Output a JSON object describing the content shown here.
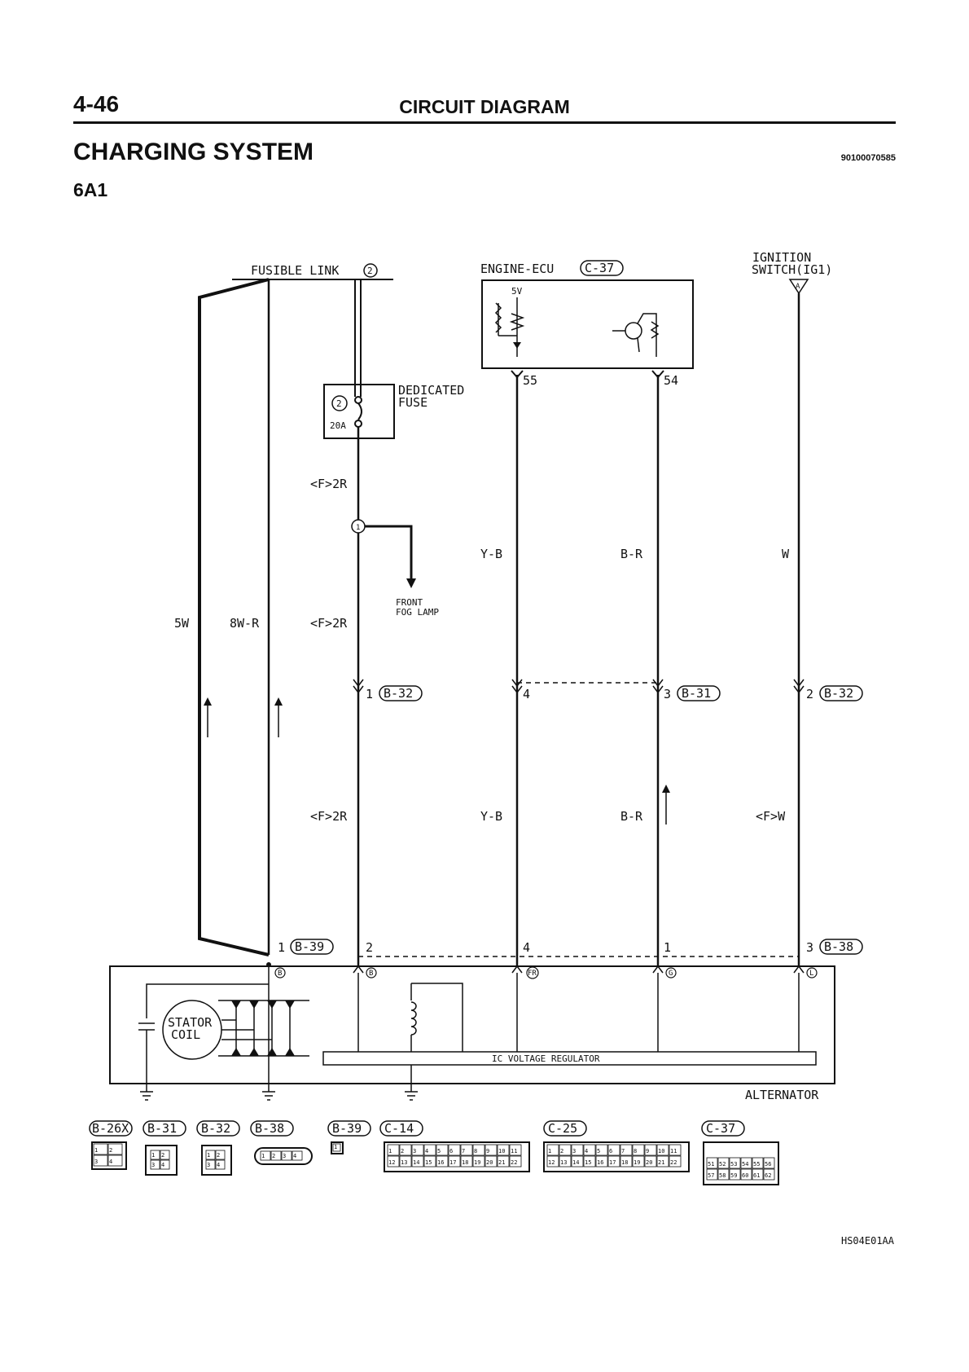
{
  "header": {
    "page_number": "4-46",
    "section": "CIRCUIT DIAGRAM",
    "title": "CHARGING SYSTEM",
    "model_code": "6A1",
    "document_id": "90100070585"
  },
  "figure_id": "HS04E01AA",
  "components": {
    "fusible_link": "FUSIBLE LINK",
    "fusible_link_no": "2",
    "engine_ecu": "ENGINE-ECU",
    "engine_ecu_conn": "C-37",
    "ecu_voltage": "5V",
    "ecu_pin_left": "55",
    "ecu_pin_right": "54",
    "ignition_switch_l1": "IGNITION",
    "ignition_switch_l2": "SWITCH(IG1)",
    "ignition_terminal": "A",
    "dedicated_fuse_l1": "DEDICATED",
    "dedicated_fuse_l2": "FUSE",
    "fuse_no": "2",
    "fuse_rating": "20A",
    "junction_no": "1",
    "front_fog_lamp_l1": "FRONT",
    "front_fog_lamp_l2": "FOG LAMP",
    "stator_coil_l1": "STATOR",
    "stator_coil_l2": "COIL",
    "ic_regulator": "IC VOLTAGE REGULATOR",
    "alternator": "ALTERNATOR"
  },
  "wires": {
    "w_5w": "5W",
    "w_8wr": "8W-R",
    "f2r_a": "<F>2R",
    "f2r_b": "<F>2R",
    "f2r_c": "<F>2R",
    "yb_a": "Y-B",
    "yb_b": "Y-B",
    "br_a": "B-R",
    "br_b": "B-R",
    "w_a": "W",
    "fw": "<F>W"
  },
  "connectors_mid": {
    "c1_pin": "1",
    "c1": "B-32",
    "c2_pin": "4",
    "c3_pin": "3",
    "c3": "B-31",
    "c4_pin": "2",
    "c4": "B-32"
  },
  "connectors_alt": {
    "p1_pin": "1",
    "p1": "B-39",
    "p2_pin": "2",
    "p3_pin": "4",
    "p4_pin": "1",
    "p5_pin": "3",
    "p5": "B-38"
  },
  "terminals": {
    "t_b": "B",
    "t_b2": "B",
    "t_fr": "FR",
    "t_g": "G",
    "t_l": "L"
  },
  "connector_key": [
    {
      "name": "B-26X",
      "pins": [
        "1",
        "2",
        "3",
        "4"
      ]
    },
    {
      "name": "B-31",
      "pins": [
        "1",
        "2",
        "3",
        "4"
      ]
    },
    {
      "name": "B-32",
      "pins": [
        "1",
        "2",
        "3",
        "4"
      ]
    },
    {
      "name": "B-38",
      "pins": [
        "1",
        "2",
        "3",
        "4"
      ]
    },
    {
      "name": "B-39",
      "pins": [
        "1"
      ]
    },
    {
      "name": "C-14",
      "pins": [
        "1",
        "2",
        "3",
        "4",
        "5",
        "6",
        "7",
        "8",
        "9",
        "10",
        "11",
        "12",
        "13",
        "14",
        "15",
        "16",
        "17",
        "18",
        "19",
        "20",
        "21",
        "22"
      ]
    },
    {
      "name": "C-25",
      "pins": [
        "1",
        "2",
        "3",
        "4",
        "5",
        "6",
        "7",
        "8",
        "9",
        "10",
        "11",
        "12",
        "13",
        "14",
        "15",
        "16",
        "17",
        "18",
        "19",
        "20",
        "21",
        "22"
      ]
    },
    {
      "name": "C-37",
      "pins": [
        "51",
        "52",
        "53",
        "54",
        "55",
        "56",
        "57",
        "58",
        "59",
        "60",
        "61",
        "62"
      ]
    }
  ]
}
